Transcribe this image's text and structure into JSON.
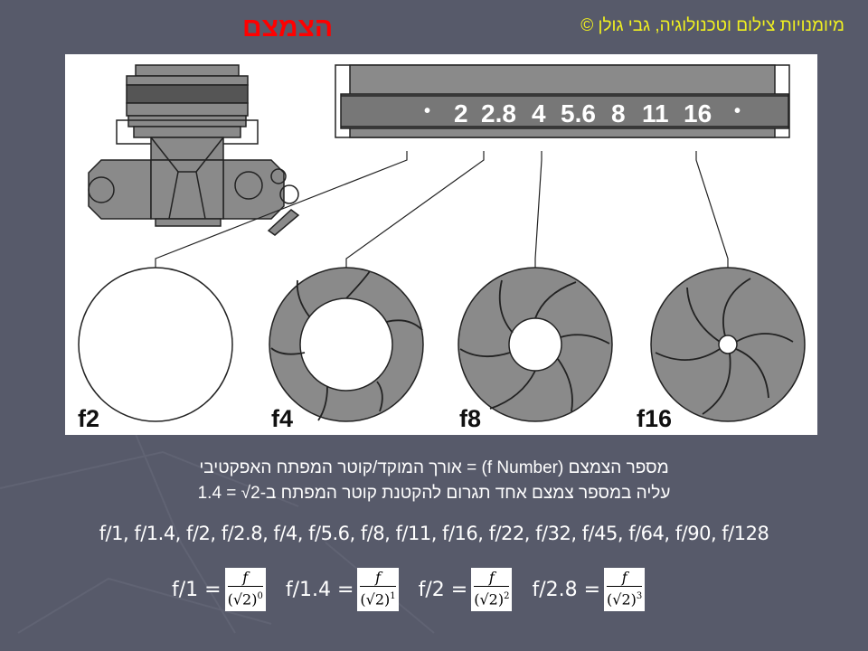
{
  "header": {
    "credit": "מיומנויות צילום וטכנולוגיה, גבי גולן ©",
    "title": "הצמצם",
    "credit_color": "#f0f020",
    "title_color": "#ff0000"
  },
  "figure": {
    "lens_scale": [
      "•",
      "2",
      "2.8",
      "4",
      "5.6",
      "8",
      "11",
      "16",
      "•"
    ],
    "apertures": [
      {
        "label": "f2",
        "open_radius": 84
      },
      {
        "label": "f4",
        "open_radius": 51
      },
      {
        "label": "f8",
        "open_radius": 29
      },
      {
        "label": "f16",
        "open_radius": 10
      }
    ]
  },
  "description": {
    "line1": "מספר הצמצם (f Number) = אורך המוקד/קוטר המפתח האפקטיבי",
    "line2": "עליה במספר צמצם אחד תגרום להקטנת קוטר המפתח ב-2√ = 1.4"
  },
  "fstop_series": "f/1, f/1.4, f/2, f/2.8, f/4, f/5.6, f/8, f/11, f/16, f/22, f/32, f/45, f/64, f/90, f/128",
  "formulas": [
    {
      "lhs": "f/1 =",
      "numerator": "f",
      "denominator": "(√2)",
      "exponent": "0"
    },
    {
      "lhs": "f/1.4 =",
      "numerator": "f",
      "denominator": "(√2)",
      "exponent": "1"
    },
    {
      "lhs": "f/2 =",
      "numerator": "f",
      "denominator": "(√2)",
      "exponent": "2"
    },
    {
      "lhs": "f/2.8 =",
      "numerator": "f",
      "denominator": "(√2)",
      "exponent": "3"
    }
  ],
  "colors": {
    "background": "#575a6a",
    "text": "#ffffff",
    "diagram_gray": "#8a8a8a"
  }
}
